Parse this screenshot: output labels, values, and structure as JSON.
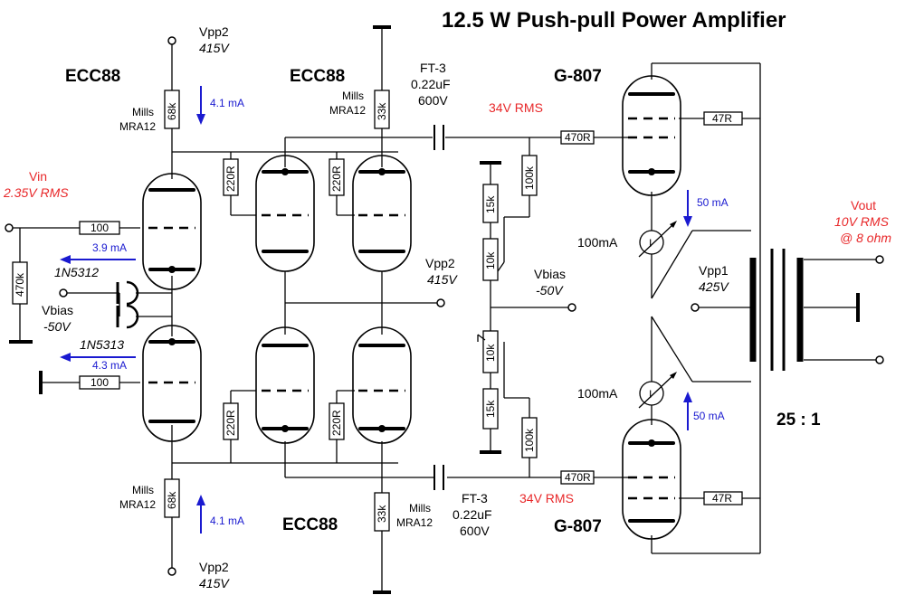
{
  "title": "12.5 W Push-pull Power Amplifier",
  "tubes": {
    "ecc88_a": "ECC88",
    "ecc88_b": "ECC88",
    "ecc88_c": "ECC88",
    "g807_top": "G-807",
    "g807_bot": "G-807"
  },
  "supplies": {
    "vpp2_label": "Vpp2",
    "vpp2_value": "415V",
    "vpp1_label": "Vpp1",
    "vpp1_value": "425V",
    "vbias_label": "Vbias",
    "vbias_value": "-50V"
  },
  "signals": {
    "vin_label": "Vin",
    "vin_value": "2.35V RMS",
    "vout_label": "Vout",
    "vout_value": "10V RMS",
    "vout_load": "@ 8 ohm",
    "rms_top": "34V RMS",
    "rms_bot": "34V RMS"
  },
  "currents": {
    "i41": "4.1 mA",
    "i39": "3.9 mA",
    "i43": "4.3 mA",
    "i50": "50 mA",
    "meter": "100mA",
    "meter_symbol": "I"
  },
  "diodes": {
    "d1": "1N5312",
    "d2": "1N5313"
  },
  "caps": {
    "type": "FT-3",
    "value": "0.22uF",
    "voltage": "600V"
  },
  "loads": {
    "brand": "Mills",
    "model": "MRA12"
  },
  "resistors": {
    "r68k": "68k",
    "r33k": "33k",
    "r470k": "470k",
    "r100": "100",
    "r220R": "220R",
    "r100k": "100k",
    "r15k": "15k",
    "r10k": "10k",
    "r470R": "470R",
    "r47R": "47R"
  },
  "ratio": "25 : 1"
}
